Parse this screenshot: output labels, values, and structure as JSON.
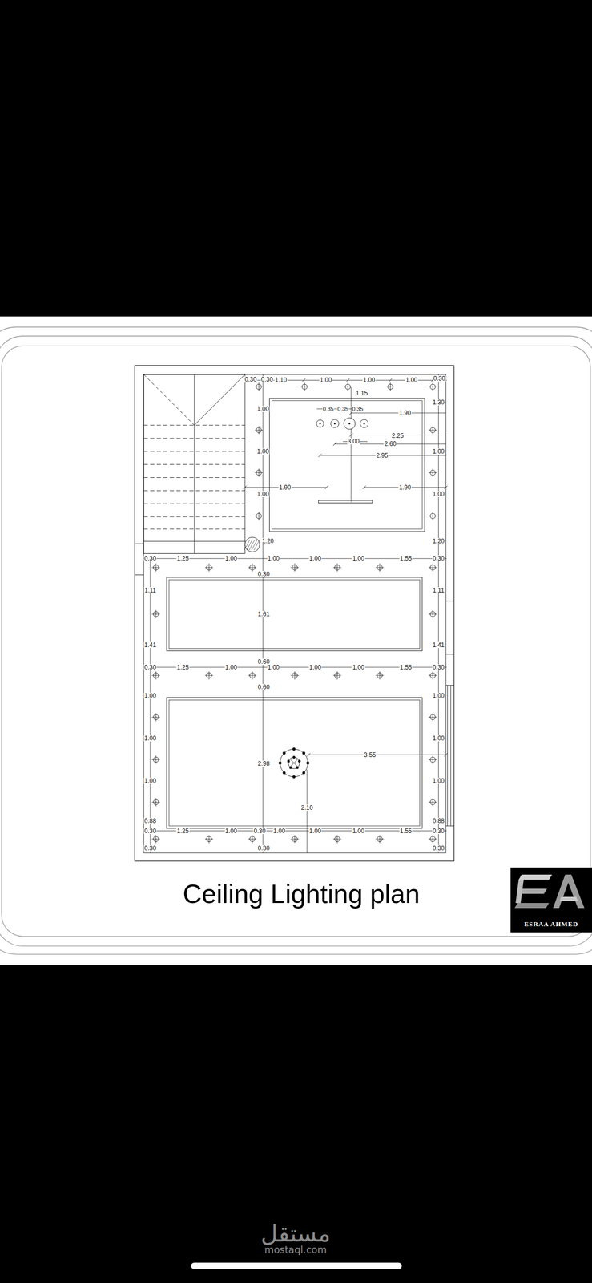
{
  "diagram": {
    "title": "Ceiling Lighting plan",
    "nodes": [
      {
        "text": [
          "ESRAA AHMED"
        ]
      }
    ],
    "labels": [
      "0.30",
      "0.30",
      "1.10",
      "1.00",
      "1.00",
      "1.00",
      "0.30",
      "1.15",
      "1.30",
      "1.00",
      "0.35",
      "0.35",
      "0.35",
      "1.90",
      "2.25",
      "3.00",
      "2.60",
      "1.00",
      "1.00",
      "2.95",
      "1.90",
      "1.90",
      "1.00",
      "1.00",
      "1.20",
      "1.20",
      "0.30",
      "1.25",
      "1.00",
      "1.00",
      "1.00",
      "1.00",
      "1.55",
      "0.30",
      "0.30",
      "1.11",
      "1.11",
      "1.61",
      "1.41",
      "1.41",
      "0.60",
      "0.30",
      "1.25",
      "1.00",
      "1.00",
      "1.00",
      "1.00",
      "1.55",
      "0.30",
      "0.60",
      "1.00",
      "1.00",
      "1.00",
      "1.00",
      "3.55",
      "2.98",
      "1.00",
      "1.00",
      "2.10",
      "0.88",
      "0.88",
      "0.30",
      "1.25",
      "1.00",
      "0.30",
      "1.00",
      "1.00",
      "1.00",
      "1.55",
      "0.30",
      "0.30",
      "0.30",
      "0.30",
      "مستقل",
      "mostaql.com"
    ]
  }
}
